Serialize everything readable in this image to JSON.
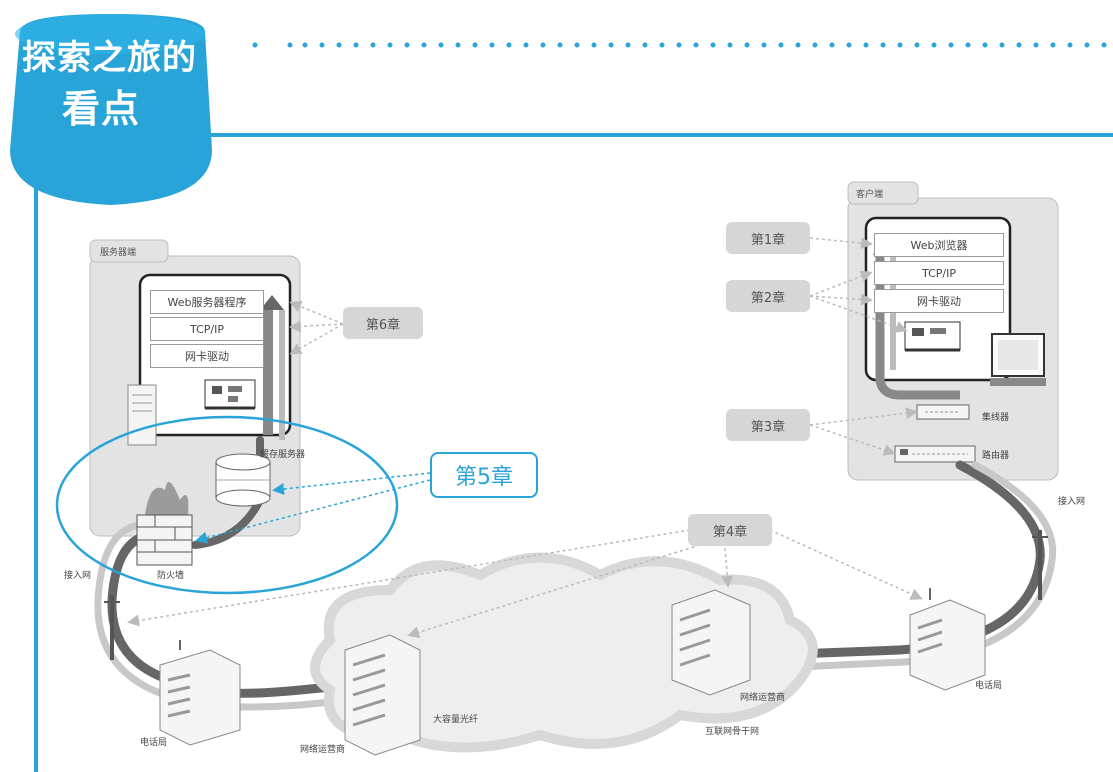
{
  "header": {
    "title_line1": "探索之旅的",
    "title_line2": "看点"
  },
  "server_panel": {
    "title": "服务器端",
    "layers": [
      "Web服务器程序",
      "TCP/IP",
      "网卡驱动"
    ],
    "cache_server_label": "缓存服务器",
    "firewall_label": "防火墙"
  },
  "client_panel": {
    "title": "客户端",
    "layers": [
      "Web浏览器",
      "TCP/IP",
      "网卡驱动"
    ],
    "hub_label": "集线器",
    "router_label": "路由器"
  },
  "chapters": {
    "ch1": "第1章",
    "ch2": "第2章",
    "ch3": "第3章",
    "ch4": "第4章",
    "ch5": "第5章",
    "ch6": "第6章"
  },
  "network_labels": {
    "access_left": "接入网",
    "access_right": "接入网",
    "telecom_left": "电话局",
    "telecom_right": "电话局",
    "isp_left": "网络运营商",
    "isp_right": "网络运营商",
    "fiber": "大容量光纤",
    "backbone": "互联网骨干网"
  },
  "colors": {
    "accent": "#29a4d9",
    "panel": "#e3e3e3",
    "tag": "#d6d6d6",
    "cable": "#666666"
  }
}
